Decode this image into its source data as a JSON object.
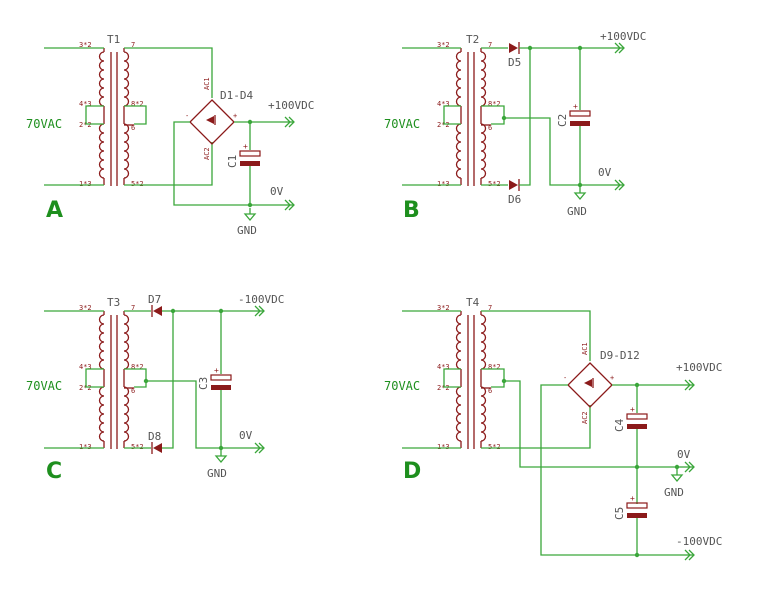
{
  "colors": {
    "wire": "#3aa63a",
    "component": "#8b1a1a",
    "text": "#555555",
    "panel": "#1e8f1e"
  },
  "pins": {
    "p3x2": "3*2",
    "p4x3": "4*3",
    "p2x2": "2*2",
    "p1x3": "1*3",
    "p7": "7",
    "p8x2": "8*2",
    "p6": "6",
    "p5x2": "5*2",
    "ac1": "AC1",
    "ac2": "AC2",
    "minus": "-",
    "plus": "+"
  },
  "panels": {
    "a": {
      "letter": "A",
      "input": "70VAC",
      "transformer": "T1",
      "bridge": "D1-D4",
      "cap": "C1",
      "pos": "+100VDC",
      "zero": "0V",
      "gnd": "GND"
    },
    "b": {
      "letter": "B",
      "input": "70VAC",
      "transformer": "T2",
      "d_top": "D5",
      "d_bot": "D6",
      "cap": "C2",
      "pos": "+100VDC",
      "zero": "0V",
      "gnd": "GND"
    },
    "c": {
      "letter": "C",
      "input": "70VAC",
      "transformer": "T3",
      "d_top": "D7",
      "d_bot": "D8",
      "cap": "C3",
      "neg": "-100VDC",
      "zero": "0V",
      "gnd": "GND"
    },
    "d": {
      "letter": "D",
      "input": "70VAC",
      "transformer": "T4",
      "bridge": "D9-D12",
      "cap_top": "C4",
      "cap_bot": "C5",
      "pos": "+100VDC",
      "zero": "0V",
      "neg": "-100VDC",
      "gnd": "GND"
    }
  }
}
